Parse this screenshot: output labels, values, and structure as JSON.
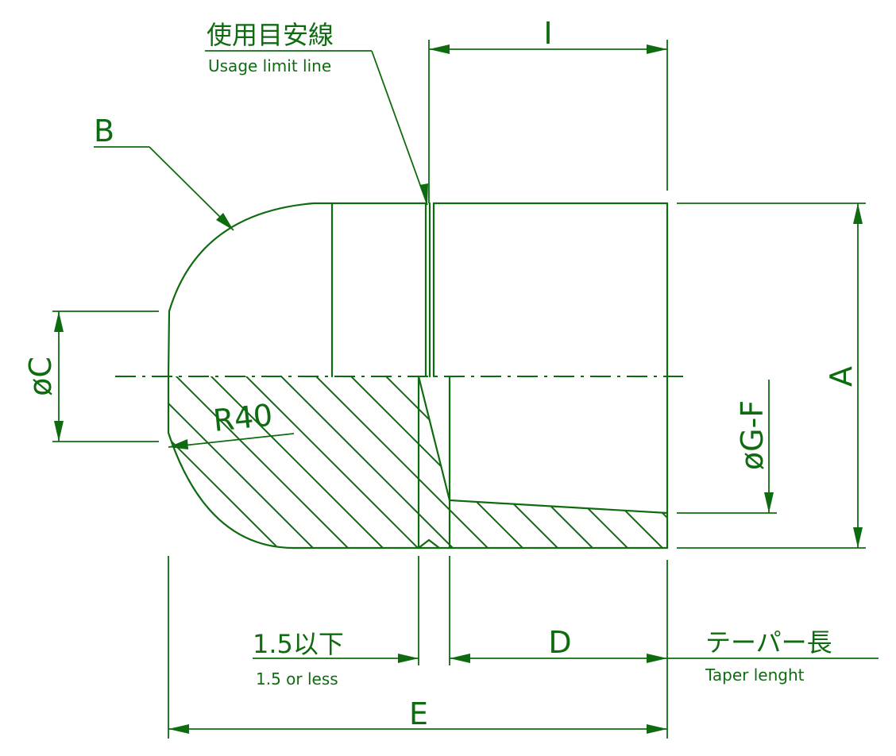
{
  "colors": {
    "line": "#0f6b0f",
    "background": "#ffffff"
  },
  "labels": {
    "usage_limit_jp": "使用目安線",
    "usage_limit_en": "Usage limit line",
    "dim_i": "I",
    "dim_b": "B",
    "dim_c": "øC",
    "radius": "R40",
    "dim_a": "A",
    "dim_gf": "øG-F",
    "less_jp": "1.5以下",
    "less_en": "1.5 or less",
    "dim_d": "D",
    "taper_jp": "テーパー長",
    "taper_en": "Taper lenght",
    "dim_e": "E"
  }
}
